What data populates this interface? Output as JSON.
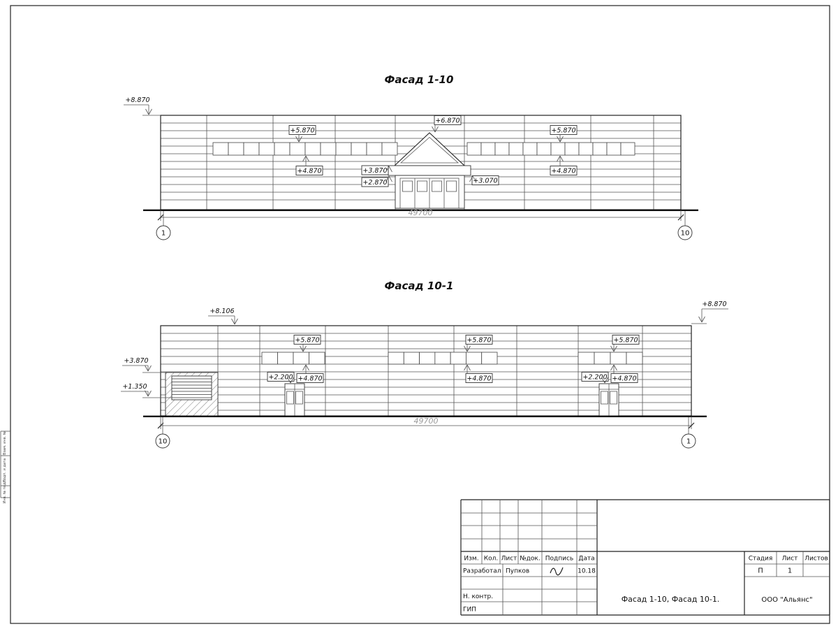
{
  "facade_top": {
    "title": "Фасад 1-10",
    "marks": {
      "roof_left": "+8.870",
      "win_left_head": "+5.870",
      "ridge": "+6.870",
      "win_right_head": "+5.870",
      "win_left_sill": "+4.870",
      "canopy_top": "+3.870",
      "canopy_soffit": "+2.870",
      "entry_head": "+3.070",
      "win_right_sill": "+4.870"
    },
    "dim": "49700",
    "axis_left": "1",
    "axis_right": "10"
  },
  "facade_bottom": {
    "title": "Фасад 10-1",
    "marks": {
      "roof_left": "+8.106",
      "roof_right": "+8.870",
      "grille_head": "+3.870",
      "grille_sill": "+1.350",
      "win1_head": "+5.870",
      "win2_head": "+5.870",
      "win3_head": "+5.870",
      "door1_head": "+2.200",
      "win1_sill": "+4.870",
      "win2_sill": "+4.870",
      "door2_head": "+2.200",
      "win3_sill": "+4.870"
    },
    "dim": "49700",
    "axis_left": "10",
    "axis_right": "1"
  },
  "stamp": {
    "col_izm": "Изм.",
    "col_kol": "Кол.",
    "col_list": "Лист",
    "col_ndoc": "№док.",
    "col_sign": "Подпись",
    "col_date": "Дата",
    "dev_label": "Разработал",
    "dev_name": "Пупков",
    "dev_date": "10.18",
    "ncontr_label": "Н. контр.",
    "gip_label": "ГИП",
    "doc_title": "Фасад 1-10, Фасад 10-1.",
    "stage_label": "Стадия",
    "sheet_label": "Лист",
    "sheets_label": "Листов",
    "stage": "П",
    "sheet": "1",
    "company": "ООО \"Альянс\""
  },
  "side": {
    "top": "Взам. инв. №",
    "mid": "Подп. и дата",
    "bottom": "Инв. № подл."
  }
}
